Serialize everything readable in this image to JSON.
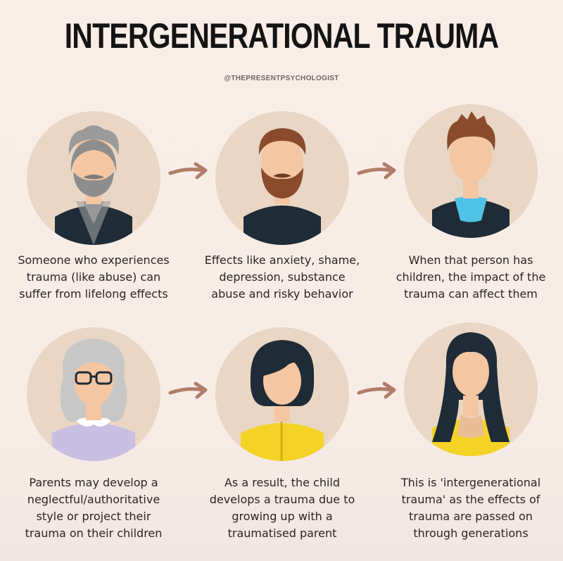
{
  "header": {
    "title": "INTERGENERATIONAL TRAUMA",
    "handle": "@THEPRESENTPSYCHOLOGIST"
  },
  "steps": [
    {
      "figure": "grandfather-icon",
      "caption": [
        "Someone who experiences",
        "trauma (like abuse) can",
        "suffer from lifelong effects"
      ]
    },
    {
      "figure": "father-icon",
      "caption": [
        "Effects like anxiety, shame,",
        "depression, substance",
        "abuse and risky behavior"
      ]
    },
    {
      "figure": "son-icon",
      "caption": [
        "When that person has",
        "children, the impact of the",
        "trauma can affect them"
      ]
    },
    {
      "figure": "grandmother-icon",
      "caption": [
        "Parents may develop a",
        "neglectful/authoritative",
        "style or project their",
        "trauma on their children"
      ]
    },
    {
      "figure": "mother-icon",
      "caption": [
        "As a result, the child",
        "develops a trauma due to",
        "growing up with a",
        "traumatised parent"
      ]
    },
    {
      "figure": "daughter-icon",
      "caption": [
        "This is 'intergenerational",
        "trauma' as the effects of",
        "trauma are passed on",
        "through generations"
      ]
    }
  ],
  "colors": {
    "background": "#f9ede7",
    "circle": "#e9d6c4",
    "arrow": "#b07d69",
    "skin": "#f4c6a2",
    "dark_cloth": "#1f2b36",
    "grey_hair": "#8d8d8d",
    "brown_hair": "#8a4b2d",
    "yellow_top": "#f5d326",
    "lavender_top": "#c9bfe3",
    "teal_shirt": "#4fc3e6"
  }
}
